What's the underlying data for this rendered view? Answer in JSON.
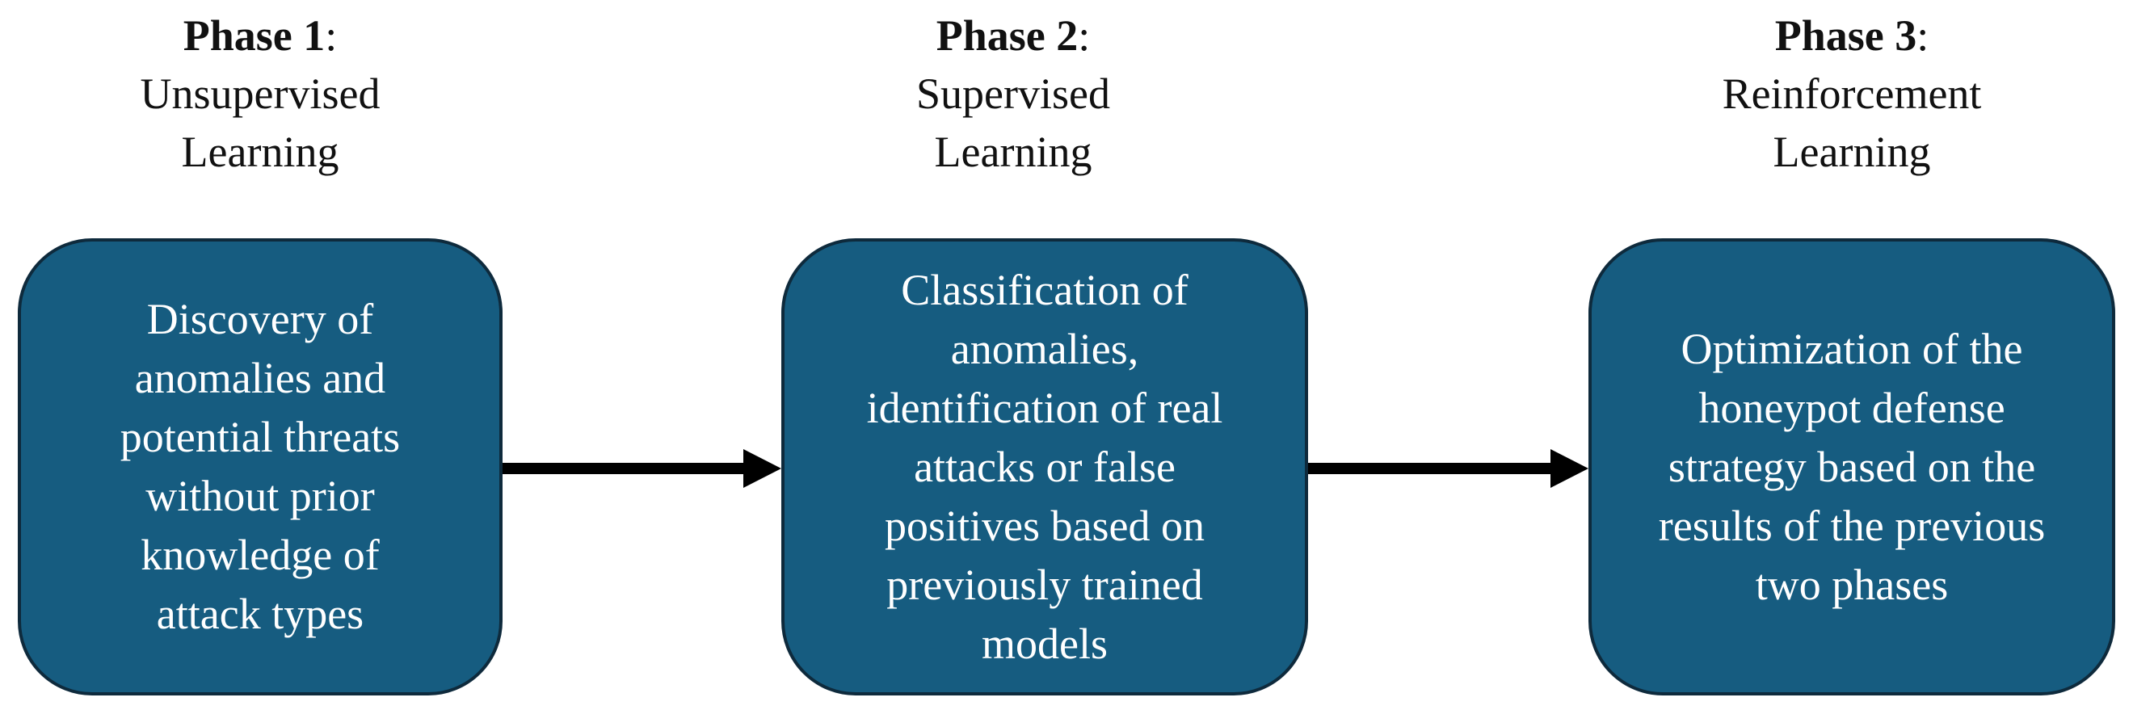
{
  "phases": [
    {
      "label": "Phase 1",
      "separator": ":",
      "title_lines": [
        "Unsupervised",
        "Learning"
      ],
      "description_lines": [
        "Discovery of",
        "anomalies and",
        "potential threats",
        "without prior",
        "knowledge of",
        "attack types"
      ]
    },
    {
      "label": "Phase 2",
      "separator": ":",
      "title_lines": [
        "Supervised",
        "Learning"
      ],
      "description_lines": [
        "Classification of",
        "anomalies,",
        "identification of real",
        "attacks or false",
        "positives based on",
        "previously trained",
        "models"
      ]
    },
    {
      "label": "Phase 3",
      "separator": ":",
      "title_lines": [
        "Reinforcement",
        "Learning"
      ],
      "description_lines": [
        "Optimization of the",
        "honeypot defense",
        "strategy based on the",
        "results of the previous",
        "two phases"
      ]
    }
  ],
  "colors": {
    "box_fill": "#165c80",
    "box_border": "#0e2a3c",
    "box_text": "#ffffff",
    "heading_text": "#111111",
    "arrow": "#000000"
  }
}
